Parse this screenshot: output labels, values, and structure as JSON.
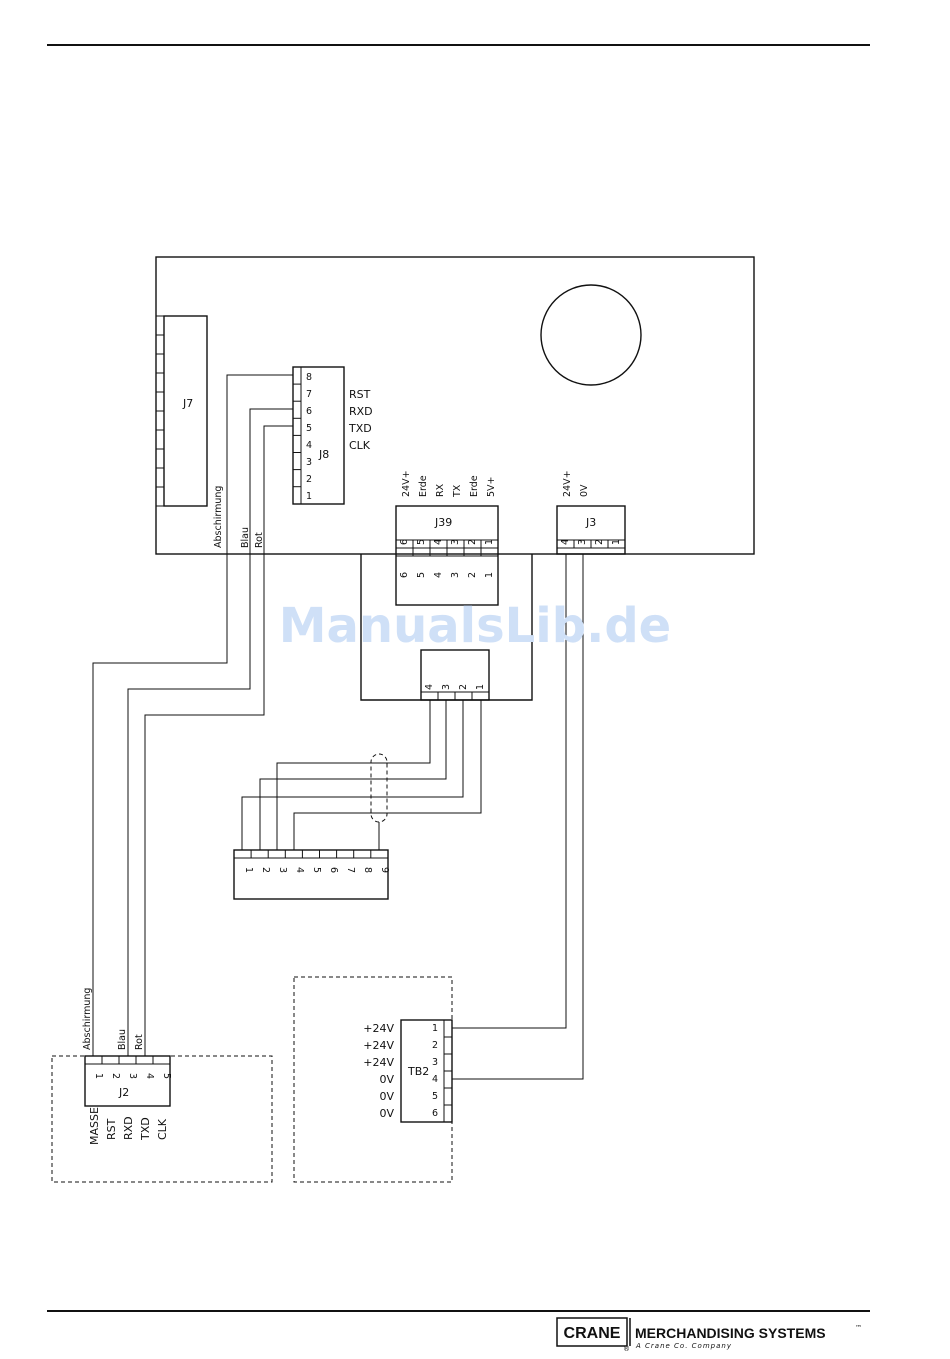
{
  "watermark": "ManualsLib.de",
  "connectors": {
    "j7": "J7",
    "j8": {
      "name": "J8",
      "pins": [
        "8",
        "7",
        "6",
        "5",
        "4",
        "3",
        "2",
        "1"
      ],
      "signals": [
        "RST",
        "RXD",
        "TXD",
        "CLK"
      ]
    },
    "j39": {
      "name": "J39",
      "labels": [
        "24V+",
        "Erde",
        "RX",
        "TX",
        "Erde",
        "5V+"
      ],
      "pins": [
        "6",
        "5",
        "4",
        "3",
        "2",
        "1"
      ]
    },
    "j3": {
      "name": "J3",
      "labels": [
        "24V+",
        "0V"
      ],
      "pins": [
        "4",
        "3",
        "2",
        "1"
      ]
    },
    "plug4": {
      "pins": [
        "4",
        "3",
        "2",
        "1"
      ]
    },
    "terminal9": {
      "pins": [
        "1",
        "2",
        "3",
        "4",
        "5",
        "6",
        "7",
        "8",
        "9"
      ]
    },
    "j2": {
      "name": "J2",
      "pins": [
        "1",
        "2",
        "3",
        "4",
        "5"
      ],
      "signals": [
        "MASSE",
        "RST",
        "RXD",
        "TXD",
        "CLK"
      ]
    },
    "tb2": {
      "name": "TB2",
      "pins": [
        "1",
        "2",
        "3",
        "4",
        "5",
        "6"
      ],
      "signals": [
        "+24V",
        "+24V",
        "+24V",
        "0V",
        "0V",
        "0V"
      ]
    }
  },
  "wires": {
    "top": [
      "Abschirmung",
      "Blau",
      "Rot"
    ],
    "bottom": [
      "Abschirmung",
      "Blau",
      "Rot"
    ]
  },
  "footer": {
    "brand": "CRANE",
    "company": "MERCHANDISING SYSTEMS",
    "tm": "™",
    "reg": "®",
    "tagline": "A Crane Co. Company"
  }
}
